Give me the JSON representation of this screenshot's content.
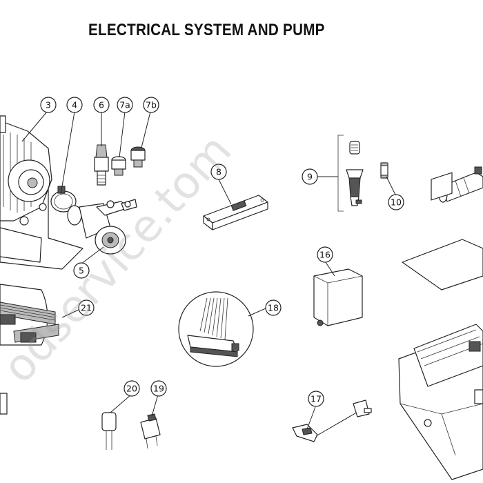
{
  "title": "ELECTRICAL SYSTEM AND PUMP",
  "watermark": "odservice.tom",
  "callouts": [
    {
      "id": "3",
      "label": "3"
    },
    {
      "id": "4",
      "label": "4"
    },
    {
      "id": "6",
      "label": "6"
    },
    {
      "id": "7a",
      "label": "7a"
    },
    {
      "id": "7b",
      "label": "7b"
    },
    {
      "id": "8",
      "label": "8"
    },
    {
      "id": "9",
      "label": "9"
    },
    {
      "id": "10",
      "label": "10"
    },
    {
      "id": "5",
      "label": "5"
    },
    {
      "id": "16",
      "label": "16"
    },
    {
      "id": "21",
      "label": "21"
    },
    {
      "id": "18",
      "label": "18"
    },
    {
      "id": "20",
      "label": "20"
    },
    {
      "id": "19",
      "label": "19"
    },
    {
      "id": "17",
      "label": "17"
    }
  ]
}
